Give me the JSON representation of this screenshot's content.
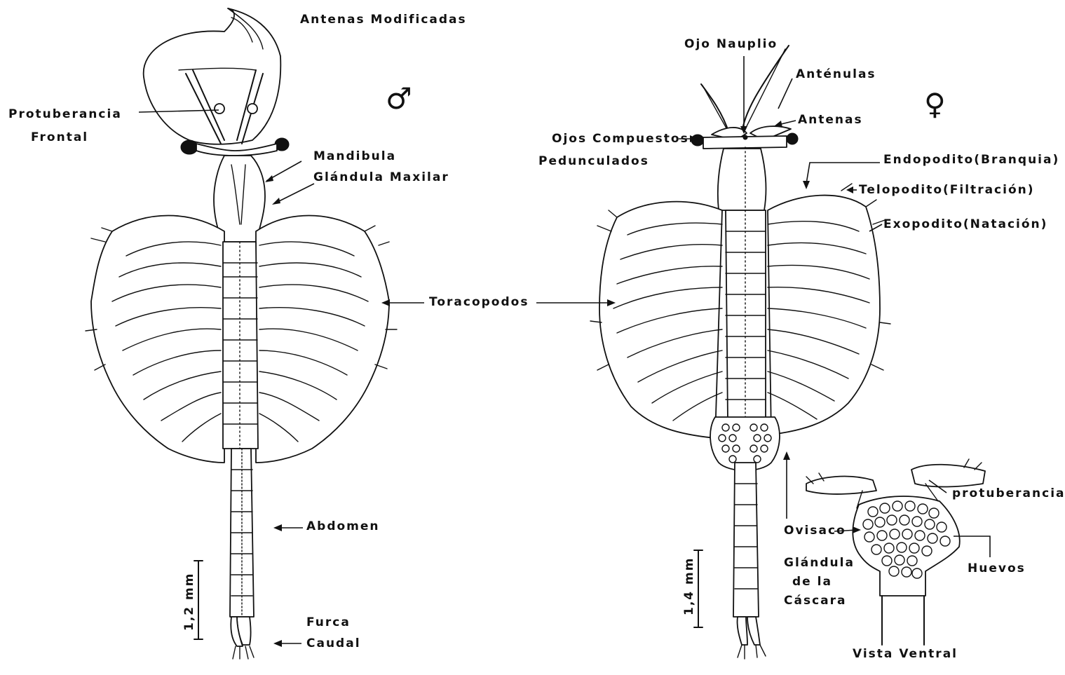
{
  "male": {
    "symbol": "♂",
    "labels": {
      "antenas_modificadas": "Antenas Modificadas",
      "protuberancia_1": "Protuberancia",
      "protuberancia_2": "Frontal",
      "mandibula": "Mandibula",
      "glandula_maxilar": "Glándula Maxilar",
      "toracopodos": "Toracopodos",
      "abdomen": "Abdomen",
      "furca_1": "Furca",
      "furca_2": "Caudal"
    },
    "scale": "1,2 mm"
  },
  "female": {
    "symbol": "♀",
    "labels": {
      "ojo_nauplio": "Ojo Nauplio",
      "antenulas": "Anténulas",
      "antenas": "Antenas",
      "ojos_1": "Ojos Compuestos",
      "ojos_2": "Pedunculados",
      "endopodito": "Endopodito(Branquia)",
      "telopodito": "Telopodito(Filtración)",
      "exopodito": "Exopodito(Natación)",
      "protuberancia": "protuberancia",
      "ovisaco": "Ovisaco",
      "glandula_1": "Glándula",
      "glandula_2": "de la",
      "glandula_3": "Cáscara",
      "huevos": "Huevos",
      "vista_ventral": "Vista Ventral"
    },
    "scale": "1,4 mm"
  }
}
